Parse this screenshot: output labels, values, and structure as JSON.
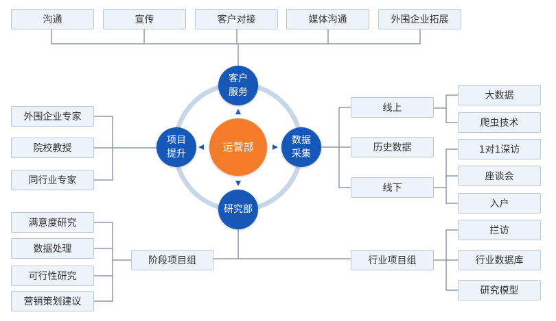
{
  "colors": {
    "node_blue": "#1558b8",
    "center_orange": "#f47b2a",
    "ring": "#c7d6e8",
    "box_fill": "#eef3f9",
    "box_border": "#b7c6d8",
    "connector": "#8a99ab"
  },
  "center": {
    "label": "运营部"
  },
  "nodes": {
    "customer_service": "客户服务",
    "project_upgrade": "项目提升",
    "data_collection": "数据采集",
    "research": "研究部"
  },
  "top_row": [
    "沟通",
    "宣传",
    "客户对接",
    "媒体沟通",
    "外围企业拓展"
  ],
  "experts": [
    "外围企业专家",
    "院校教授",
    "同行业专家"
  ],
  "data_channels": {
    "online": "线上",
    "online_items": [
      "大数据",
      "爬虫技术"
    ],
    "history": "历史数据",
    "offline": "线下",
    "offline_items": [
      "1对1深访",
      "座谈会",
      "入户"
    ]
  },
  "stage_group": {
    "label": "阶段项目组",
    "items": [
      "满意度研究",
      "数据处理",
      "可行性研究",
      "营销策划建议"
    ]
  },
  "industry_group": {
    "label": "行业项目组",
    "items": [
      "拦访",
      "行业数据库",
      "研究模型"
    ]
  }
}
